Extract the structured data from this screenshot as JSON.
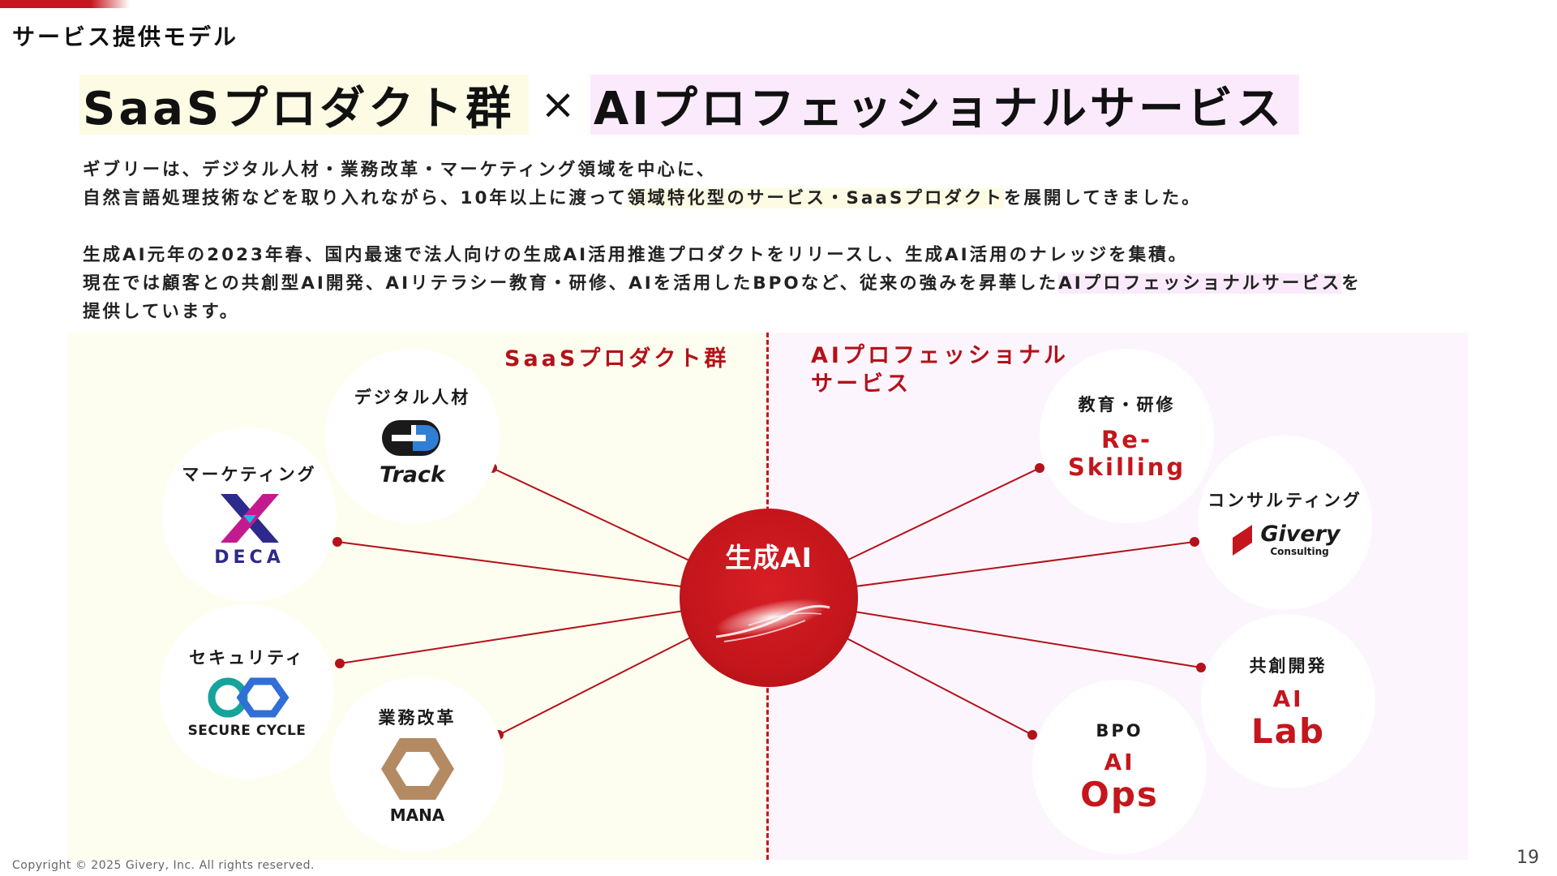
{
  "section_title": "サービス提供モデル",
  "headline": {
    "left": "SaaSプロダクト群",
    "times": "×",
    "right": "AIプロフェッショナルサービス"
  },
  "body": {
    "line1": "ギブリーは、デジタル人材・業務改革・マーケティング領域を中心に、",
    "line2_a": "自然言語処理技術などを取り入れながら、10年以上に渡って",
    "line2_hl": "領域特化型のサービス・SaaSプロダクト",
    "line2_b": "を展開してきました。",
    "line3": "生成AI元年の2023年春、国内最速で法人向けの生成AI活用推進プロダクトをリリースし、生成AI活用のナレッジを集積。",
    "line4_a": "現在では顧客との共創型AI開発、AIリテラシー教育・研修、AIを活用したBPOなど、従来の強みを昇華した",
    "line4_hl": "AIプロフェッショナルサービス",
    "line4_b": "を",
    "line5": "提供しています。"
  },
  "panels": {
    "left_title": "SaaSプロダクト群",
    "right_title_1": "AIプロフェッショナル",
    "right_title_2": "サービス"
  },
  "hub": {
    "label": "生成AI"
  },
  "nodes": {
    "digital": {
      "label": "デジタル人材",
      "logo_text": "Track",
      "icon": "track-logo-icon"
    },
    "marketing": {
      "label": "マーケティング",
      "logo_text": "DECA",
      "icon": "deca-x-logo-icon"
    },
    "security": {
      "label": "セキュリティ",
      "logo_text": "SECURE CYCLE",
      "icon": "secure-cycle-infinity-icon"
    },
    "operations": {
      "label": "業務改革",
      "logo_text": "MANA",
      "icon": "mana-hexagon-icon"
    },
    "education": {
      "label": "教育・研修",
      "brand_1": "Re-",
      "brand_2": "Skilling"
    },
    "consulting": {
      "label": "コンサルティング",
      "logo_text": "Givery",
      "logo_sub": "Consulting",
      "icon": "givery-slash-icon"
    },
    "cocreation": {
      "label": "共創開発",
      "brand_1": "AI",
      "brand_2": "Lab"
    },
    "bpo": {
      "label": "BPO",
      "brand_1": "AI",
      "brand_2": "Ops"
    }
  },
  "colors": {
    "accent": "#c4161c",
    "left_panel": "#fefef0",
    "right_panel": "#fdf5fd"
  },
  "footer": {
    "copyright": "Copyright © 2025 Givery, Inc. All rights reserved.",
    "page_number": "19"
  }
}
